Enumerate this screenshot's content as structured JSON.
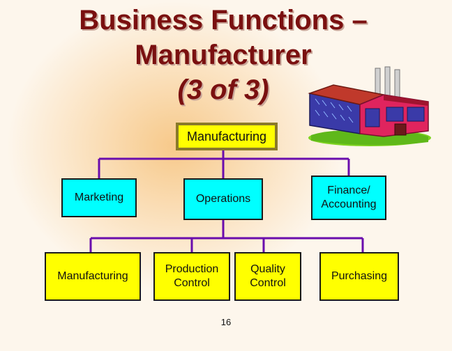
{
  "slide": {
    "title_line1": "Business Functions –",
    "title_line2": "Manufacturer",
    "title_line3": "(3 of 3)",
    "page_number": "16"
  },
  "diagram": {
    "root": "Manufacturing",
    "level1": [
      "Marketing",
      "Operations",
      "Finance/\nAccounting"
    ],
    "level2": [
      "Manufacturing",
      "Production\nControl",
      "Quality\nControl",
      "Purchasing"
    ]
  },
  "colors": {
    "title": "#7a1010",
    "level1_fill": "#00ffff",
    "level2_fill": "#ffff00",
    "connector": "#6a0dad"
  },
  "icons": [
    "factory-icon"
  ]
}
